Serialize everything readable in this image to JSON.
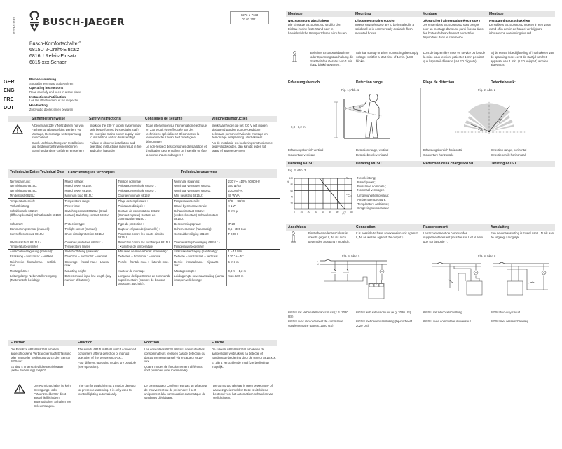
{
  "left_page": {
    "vertical_code": "0273-1-7133",
    "brand": "BUSCH-JAEGER",
    "doc_box": {
      "code": "0273-1-7133",
      "date": "03.02.2011"
    },
    "product_lines": [
      "Busch-Komfortschalter",
      "6815U 2-Draht-Einsatz",
      "6816U Relais-Einsatz",
      "6815-xxx Sensor"
    ],
    "product_reg": "®",
    "languages": [
      {
        "code": "GER",
        "title": "Betriebsanleitung",
        "sub": "Sorgfältig lesen und aufbewahren"
      },
      {
        "code": "ENG",
        "title": "Operating instructions",
        "sub": "Read carefully and keep in a safe place"
      },
      {
        "code": "FRE",
        "title": "Instructions d'utilisation",
        "sub": "Les lire attentivement et les respecter"
      },
      {
        "code": "DUT",
        "title": "Handleiding",
        "sub": "Zorgvuldig doorlezen en bewaren"
      }
    ],
    "safety": {
      "headers": [
        "Sicherheitshinweise",
        "Safety instructions",
        "Consignes de sécurité",
        "Veiligheidsinstructies"
      ],
      "cols": [
        [
          "Arbeiten am 230 V Netz dürfen nur von Fachpersonal ausgeführt werden! Vor Montage, Demontage Netzspannung freischalten!",
          "Durch Nichtbeachtung von Installations- und Bedienungshinweisen können Brand und andere Gefahren entstehen!"
        ],
        [
          "Work on the 230 V supply system may only be performed by specialist staff! De-energize mains power supply prior to installation and/or disassembly!",
          "Failure to observe installation and operating instructions may result in fire and other hazards!"
        ],
        [
          "Toute intervention sur l'alimentation électrique en 230 V doit être effectuée par des techniciens spécialisés ! Déconnecter la tension secteur avant tout montage et démontage!",
          "Le non-respect des consignes d'installation et d'utilisation peut entraîner un incendie ou être la source d'autres dangers !"
        ],
        [
          "Werkzaamheden op het 230 V net mogen uitsluitend worden doorgevoerd door bekwaam personeel! Vóór de montage en demontage netspanning uitschakelen!",
          "Als de installatie- en bedieningsinstructies niet opgevolgd worden, dan kan dit leiden tot brand of andere gevaren!"
        ]
      ]
    },
    "tech": {
      "headers": [
        "Technische Daten",
        "Technical Data",
        "Caractéristiques techniques",
        "Technische gegevens"
      ],
      "rows": [
        {
          "sep": false,
          "cells": [
            "Nennspannung:",
            "Rated voltage:",
            "Tension nominale :",
            "Nominale spanning:",
            "230 V~, ±10%, 50/60 Hz"
          ]
        },
        {
          "sep": false,
          "cells": [
            "Nennleistung 6815U:",
            "Rated power 6815U:",
            "Puissance nominale 6815U :",
            "Nominaal vermogen 6815U:",
            "300 W/VA"
          ]
        },
        {
          "sep": false,
          "cells": [
            "Nennleistung 6816U:",
            "Rated power 6816U:",
            "Puissance nominale 6816U :",
            "Nominaal vermogen 6816U:",
            "2300 W/VA"
          ]
        },
        {
          "sep": false,
          "cells": [
            "Mindestlast 6815U:",
            "Minimum load 6815U:",
            "Charge minimale 6815U :",
            "Min. belasting 6815U:",
            "40 W/VA"
          ]
        },
        {
          "sep": true,
          "cells": [
            "Temperaturbereich:",
            "Temperature range:",
            "Plage de température :",
            "Temperatuurbereik:",
            "0°C – +35°C"
          ]
        },
        {
          "sep": true,
          "cells": [
            "Verlustleistung:",
            "Power loss:",
            "Puissance dissipée :",
            "Stand-by stroomverbruik:",
            "< 1 W"
          ]
        },
        {
          "sep": false,
          "cells": [
            "Schaltkontakt 6815U: (Öffnungskontakt) Schaltkontakt 6816U :",
            "Switching contact 6815U: (Break contact) Switching contact 6816U:",
            "Contact de commutation 6815U: (Contact rupteur) Contact de commutation 6816U :",
            "Schakelcontact 6815U: (verbreekcontact) Schakelcontact 6816U:",
            "0 mm   µ"
          ]
        },
        {
          "sep": true,
          "cells": [
            "Schutzart:",
            "Protection type:",
            "Type de protection :",
            "Beschermingsgraad:",
            "IP 20"
          ]
        },
        {
          "sep": false,
          "cells": [
            "Dämmerungssensor (manuell):",
            "Twilight sensor (manual):",
            "Capteur crépuscule (manuelle) :",
            "Schemersensor (handmatig):",
            "0,5 – 300 Lux"
          ]
        },
        {
          "sep": false,
          "cells": [
            "Kurzschlussschutz 6815U:",
            "Short-circuit protection 6815U:",
            "Protection contre les courts-circuits 6815U :",
            "Kortsluitbeveiliging 6815U:",
            "T 2,0 H"
          ]
        },
        {
          "sep": false,
          "cells": [
            "Überlastschutz 6815U: • Temperaturbegrenzer",
            "Overload protection 6815U: • Temperature limiter",
            "Protection contre les surcharges 6815U : • Limiteur de température",
            "Overbelastingsbeveiliging 6815U: • Temperatuurbegrenzer",
            ""
          ]
        },
        {
          "sep": true,
          "cells": [
            "Ausschaltverzögerung (manuell):",
            "Switch-off delay (manual):",
            "Minuterie de mise à l'arrêt (manuelle) :",
            "Uitschakelvertraging (handmatig):",
            "1 – 10 Min."
          ]
        },
        {
          "sep": false,
          "cells": [
            "Erfassung – horizontal: – vertikal",
            "Detection – horizontal: – vertical",
            "Détection – horizontal : – vertical",
            "Detectie – horizontaal: – verticaal",
            "170 °  +/- 5 °"
          ]
        },
        {
          "sep": true,
          "cells": [
            "Reichweite – frontal max.: – seitlich max.",
            "Coverage – frontal max.: – Lateral max.",
            "Portée – frontale max. : – latérale max.",
            "Bereik – frontaal max.: – zijwaarts max.",
            "5 m  3 m"
          ]
        },
        {
          "sep": true,
          "cells": [
            "Montagehöhe:",
            "Mounting height:",
            "Hauteur de montage :",
            "Montagehoogte:",
            "0,8 m – 1,2 m"
          ]
        },
        {
          "sep": false,
          "cells": [
            "Leitungslänge Nebenstelleneingang (Tasteranzahl beliebig):",
            "Extension unit input line length (any number of buttons):",
            "Longueur de ligne Entrée de commande supplémentaire (nombre de boutons-poussoirs au choix) :",
            "Leidinglengte nevenaansluiting (aantal knoppen willekeurig):",
            "max. 100 m"
          ]
        }
      ]
    },
    "function": {
      "headers": [
        "Funktion",
        "Function",
        "Fonction",
        "Functie"
      ],
      "cols": [
        [
          "Die Einsätze 6815U/6816U schalten angeschlossene Verbraucher nach Erfassung oder manueller Bedienung durch den Sensor 6815-xxx.",
          "Es sind 4 unterschiedliche Betriebsarten (siehe Bedienung) möglich."
        ],
        [
          "The inserts 6815U/6816U switch connected consumers after a detection or manual operation of the sensor 6815-xxx.",
          "Four different operating modes are possible (see operation)."
        ],
        [
          "Les ensembles 6815U/6816U commutent les consommateurs reliés en cas de détection ou d'actionnement manuel via le capteur 6815-xxx.",
          "Quatre modes de fonctionnement différents sont possibles (voir Commande) :"
        ],
        [
          "De sokkels 6815U/6816U schakelen de aangesloten verbruikers na detectie of handmatige bediening door de sensor 6815-xxx.",
          "Er zijn 4 verschillende modi (zie bediening) mogelijk."
        ]
      ],
      "warnings": [
        "Der Komfortschalter ist kein Bewegungs- oder Präsenzmelder! Er dient ausschließlich dem automatischen Schalten von Beleuchtungen.",
        "The comfort switch is not a motion detector or presence watchdog. It is only used to control lighting automatically.",
        "Le commutateur Confort n'est pas un détecteur de mouvement ou de présence ! Il sert uniquement à la commutation automatique de systèmes d'éclairage.",
        "De comfortschakelaar is geen bewegings- of aanwezigheidsmelder! Deze is uitsluitend bestemd voor het automatisch schakelen van verlichtingen."
      ]
    }
  },
  "right_page": {
    "mounting": {
      "headers": [
        "Montage",
        "Mounting",
        "Montage",
        "Montage"
      ],
      "titles": [
        "Netzspannung abschalten!",
        "Disconnect mains supply!",
        "Débrancher l'alimentation électrique !",
        "Netspanning uitschakelen!"
      ],
      "texts": [
        "Die Einsätze 6815U/6816U sind für den Einbau in eine feste Wand oder in handelsübliche Unterputzdosen einzubauen.",
        "Inserts 6815U/6816U are to be installed in a solid wall or in commercially available flush-mounted boxes.",
        "Les ensembles 6815U/6816U sont conçus pour un montage dans une paroi fixe ou dans des boîtes de branchement encastrées disponibles dans le commerce.",
        "De sokkels 6815U/6816U moeten in een vaste wand of in een in de handel verkrijgbare inbouwdoos worden ingebouwd."
      ],
      "notes": [
        "Bei einer Erstinbetriebnahme oder Spannungszuschaltung die Startzeit des Gerätes von 1 Min. (LED blinkt) abwarten.",
        "At initial startup or when connecting the supply voltage, wait for a start time of 1 min. (LED blinks).",
        "Lors de la première mise en service ou lors de la mise sous tension, patienter 1 min pendant que l'appareil démarre (la LED clignote).",
        "Bij de eerste inbedrijfstelling of inschakelen van de spanning moet eerst de startijd van het apparaat van 1 min. (LED knippert) worden afgewacht."
      ]
    },
    "detection": {
      "headers": [
        "Erfassungsbereich",
        "Detection range",
        "Plage de détection",
        "Detectiebereik:"
      ],
      "fig1": {
        "caption": "Fig. 1; Abb. 1",
        "height_label": "0,8 - 1,2 m",
        "angle_label": "10°"
      },
      "fig2": {
        "caption": "Fig. 2; Abb. 2",
        "long_label": "5 m",
        "short_label": "3 m"
      },
      "labels": [
        "Erfassungsbereich vertikal",
        "Detection range, vertical",
        "Erfassungsbereich horizontal",
        "Detection range, horizontal",
        "Couverture verticale",
        "Detectiebereik verticaal",
        "Couverture horizontale",
        "Detectiebereik horizontaal"
      ]
    },
    "derating": {
      "headers": [
        "Derating 6815U",
        "Derating 6815U",
        "Réduction de la charge 6815U",
        "Derating 6815U"
      ],
      "fig_caption": "Fig. 3; Abb. 3",
      "legend": [
        {
          "sym": "% =",
          "lines": [
            "Nennleistung;",
            "Rated power;",
            "Puissance nominale ;",
            "Nominaal vermogen"
          ]
        },
        {
          "sym": "°C =",
          "lines": [
            "Umgebungstemperatur;",
            "Ambient temperature;",
            "Température ambiante ;",
            "Omgevingstemperatuur"
          ]
        }
      ]
    },
    "connection": {
      "headers": [
        "Anschluss",
        "Connection",
        "Raccordement",
        "Aansluiting"
      ],
      "texts": [
        "Ein Nebenstellenanschluss ist sowohl gegen L, N, als auch gegen den Ausgang ↑ möglich.",
        "It is possible to have an extension unit against L, N, as well as against the output ↑.",
        "Le raccordement de commandes supplémentaires est possible sur L et N ainsi que sur la sortie ↑.",
        "Een nevenaansluiting is zowel aan L, N als aan de uitgang ↑ mogelijk"
      ],
      "fig4": {
        "caption": "Fig. 4; Abb. 4",
        "labels": [
          "L",
          "N"
        ],
        "terminals": [
          "↑",
          "L",
          "↑"
        ]
      },
      "fig5": {
        "caption": "Fig. 5; Abb. 5",
        "labels": [
          "L",
          "N"
        ],
        "terminals": [
          "↑",
          "L",
          "↑"
        ]
      },
      "captions": [
        "6815U mit Nebenstellenanschluss (z.B. 2020 US)",
        "6815U with extension unit (e.g. 2020 US)",
        "6815U mit Wechselschaltung",
        "6815U two-way circuit",
        "6815U avec raccordement de commande supplémentaire (par ex. 2020 US)",
        "6815U met nevenaansluiting (bijvoorbeeld 2020 US)",
        "6815U avec commutateur inverseur",
        "6815U met wisselschakeling"
      ]
    }
  },
  "chart_data": {
    "type": "line",
    "title": "Fig. 3; Abb. 3",
    "xlabel": "°C",
    "ylabel": "%",
    "x": [
      35,
      70
    ],
    "series": [
      {
        "name": "Derating 6815U",
        "values": [
          100,
          0
        ]
      }
    ],
    "x_ticks": [
      0,
      10,
      20,
      30,
      40,
      50,
      60,
      70,
      80
    ],
    "y_ticks": [
      20,
      40,
      60,
      80,
      100
    ],
    "xlim": [
      0,
      80
    ],
    "ylim": [
      0,
      100
    ],
    "grid": true
  }
}
